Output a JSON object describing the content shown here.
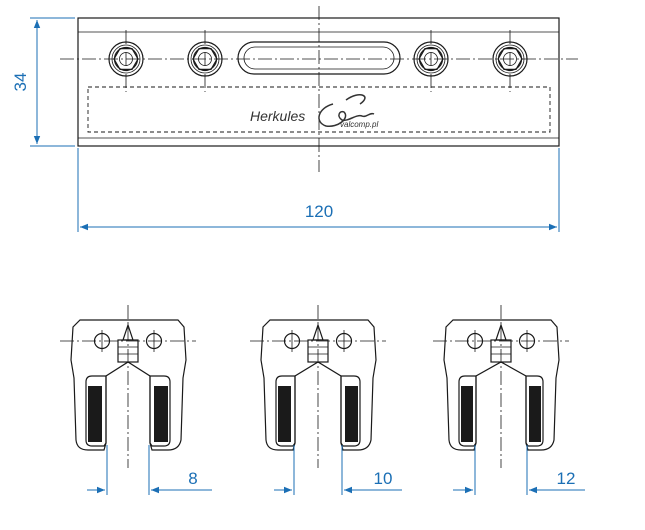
{
  "top_view": {
    "height_label": "34",
    "width_label": "120",
    "brand_name": "Herkules",
    "brand_url": "valcomp.pl"
  },
  "end_views": [
    {
      "dimension_label": "8"
    },
    {
      "dimension_label": "10"
    },
    {
      "dimension_label": "12"
    }
  ],
  "colors": {
    "dimension": "#1b6fb5",
    "outline": "#1a1a1a"
  }
}
